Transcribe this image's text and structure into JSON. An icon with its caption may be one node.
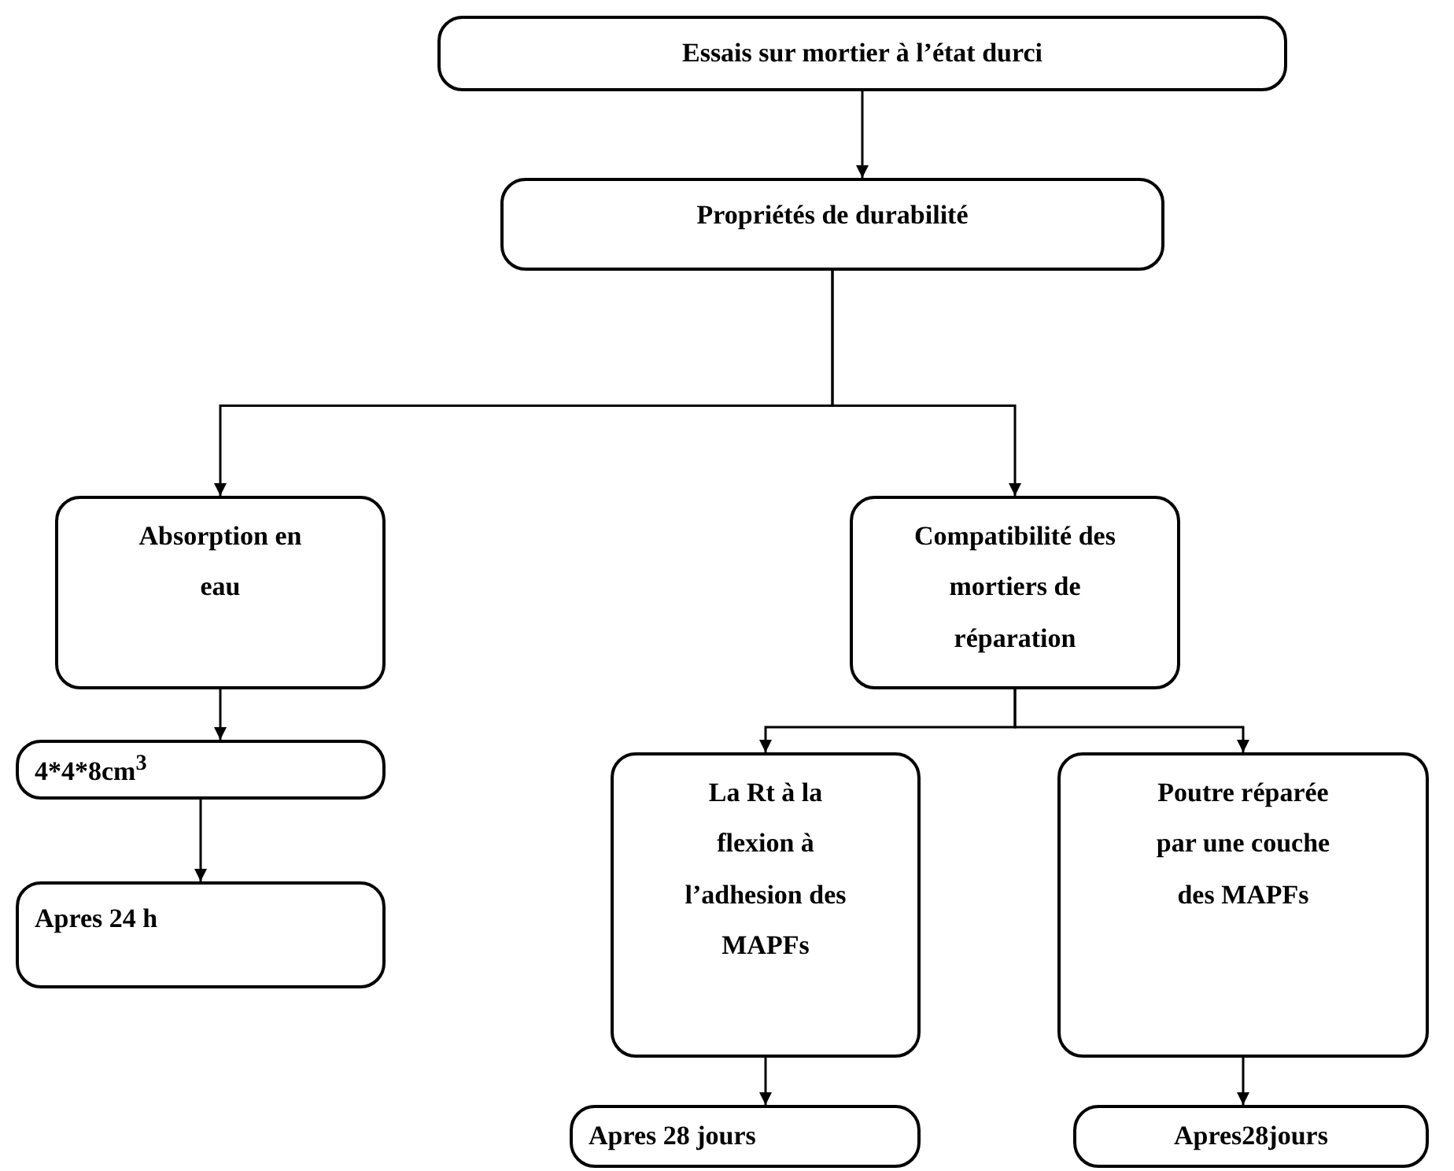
{
  "diagram": {
    "nodes": [
      {
        "text": [
          "Essais sur mortier à l’état durci"
        ]
      },
      {
        "text": [
          "Propriétés de durabilité"
        ]
      },
      {
        "text": [
          "Absorption en eau"
        ]
      },
      {
        "text": [
          "Compatibilité des mortiers de réparation"
        ]
      },
      {
        "text": [
          "4*4*8cm$^{3}$"
        ]
      },
      {
        "text": [
          "Apres 24 h"
        ]
      },
      {
        "text": [
          "La Rt à la flexion à l’adhesion des MAPFs"
        ]
      },
      {
        "text": [
          "Poutre réparée par une couche des MAPFs"
        ]
      },
      {
        "text": [
          "Apres 28 jours"
        ]
      },
      {
        "text": [
          "Apres28jours"
        ]
      }
    ],
    "edges": [
      {
        "from": 0,
        "to": 1,
        "arrow": "to"
      },
      {
        "from": 1,
        "to": 2,
        "arrow": "to"
      },
      {
        "from": 1,
        "to": 3,
        "arrow": "to"
      },
      {
        "from": 2,
        "to": 4,
        "arrow": "to"
      },
      {
        "from": 4,
        "to": 5,
        "arrow": "to"
      },
      {
        "from": 3,
        "to": 6,
        "arrow": "to"
      },
      {
        "from": 3,
        "to": 7,
        "arrow": "to"
      },
      {
        "from": 6,
        "to": 8,
        "arrow": "to"
      },
      {
        "from": 7,
        "to": 9,
        "arrow": "to"
      }
    ]
  }
}
